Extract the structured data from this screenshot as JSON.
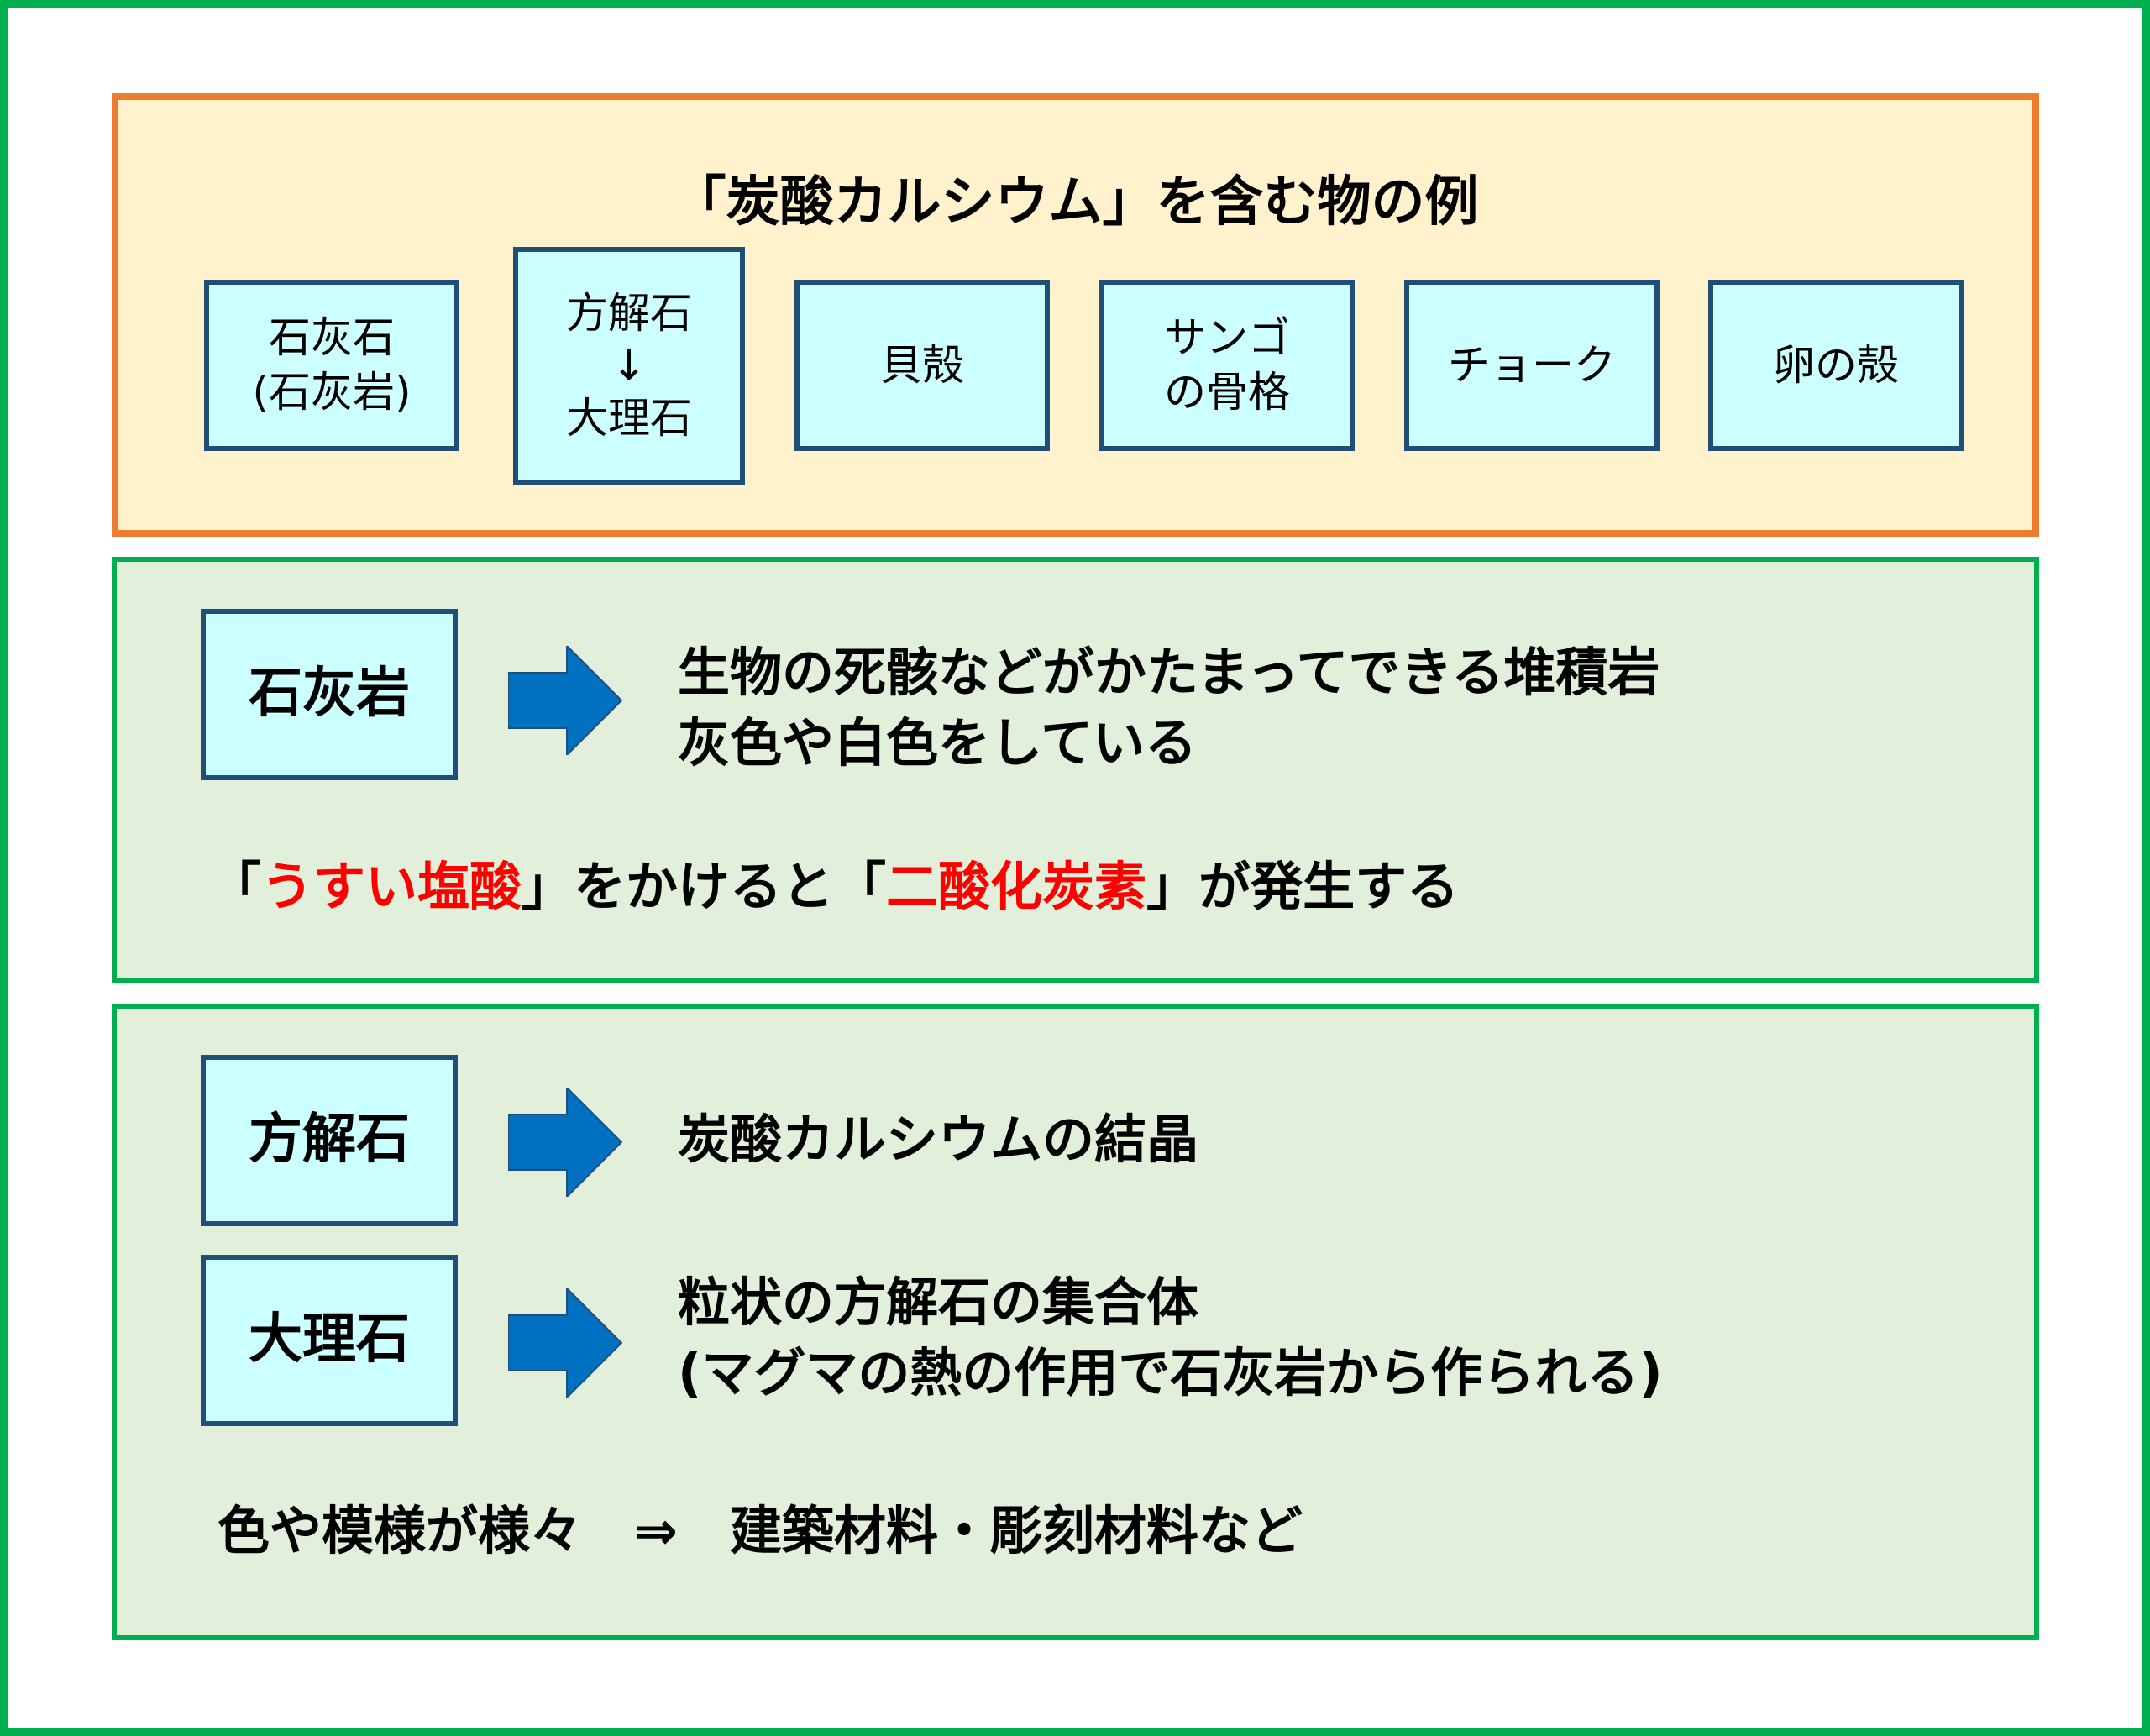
{
  "top_panel": {
    "title": "「炭酸カルシウム」を含む物の例",
    "examples": [
      {
        "line1": "石灰石",
        "line2": "(石灰岩)"
      },
      {
        "line1": "方解石",
        "arrow": "↓",
        "line2": "大理石"
      },
      {
        "line1": "貝殻"
      },
      {
        "line1": "サンゴ",
        "line2": "の骨格"
      },
      {
        "line1": "チョーク"
      },
      {
        "line1": "卵の殻"
      }
    ]
  },
  "limestone_panel": {
    "label": "石灰岩",
    "desc_line1": "生物の死骸などがかたまってできる堆積岩",
    "desc_line2": "灰色や白色をしている",
    "reaction": {
      "open1": "「",
      "reagent": "うすい塩酸",
      "mid": "」をかけると「",
      "product": "二酸化炭素",
      "close": "」が発生する"
    }
  },
  "calcite_panel": {
    "calcite_label": "方解石",
    "calcite_desc": "炭酸カルシウムの結晶",
    "marble_label": "大理石",
    "marble_desc_line1": "粒状の方解石の集合体",
    "marble_desc_line2": "(マグマの熱の作用で石灰岩から作られる)",
    "usage": "色や模様が様々　⇒　建築材料・彫刻材料など"
  },
  "colors": {
    "outer_border": "#00b050",
    "top_border": "#ed7d31",
    "top_fill": "#fff2cc",
    "panel_fill": "#e2efda",
    "box_fill": "#ccffff",
    "box_border": "#1f4e79",
    "arrow": "#0070c0",
    "highlight": "#ff0000"
  }
}
